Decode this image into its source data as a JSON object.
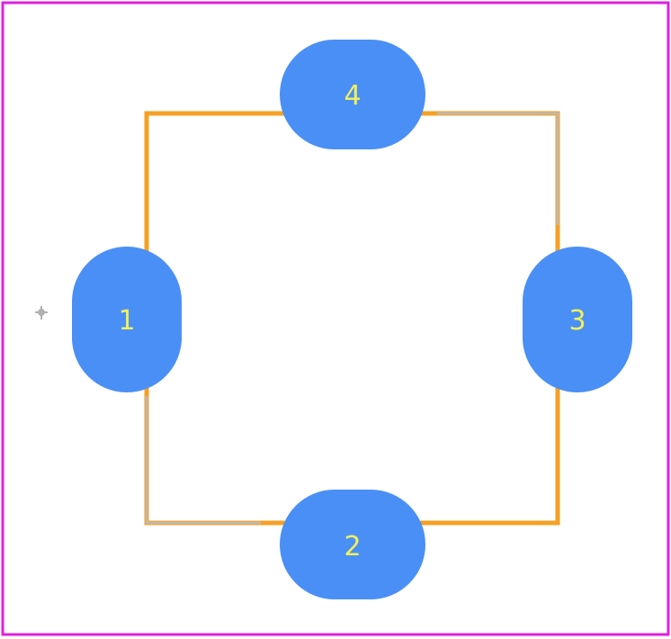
{
  "colors": {
    "background": "#ffffff",
    "courtyard": "#e020e0",
    "silkscreen": "#f5a025",
    "fab": "#c4b8a8",
    "pad": "#4a8ff5",
    "pad_label": "#f2f05a",
    "origin_marker": "#b0b0b0"
  },
  "pads": [
    {
      "number": "1",
      "shape": "vertical-oval"
    },
    {
      "number": "2",
      "shape": "horizontal-oval"
    },
    {
      "number": "3",
      "shape": "vertical-oval"
    },
    {
      "number": "4",
      "shape": "horizontal-oval"
    }
  ],
  "icons": {
    "origin": "origin-crosshair-icon"
  }
}
